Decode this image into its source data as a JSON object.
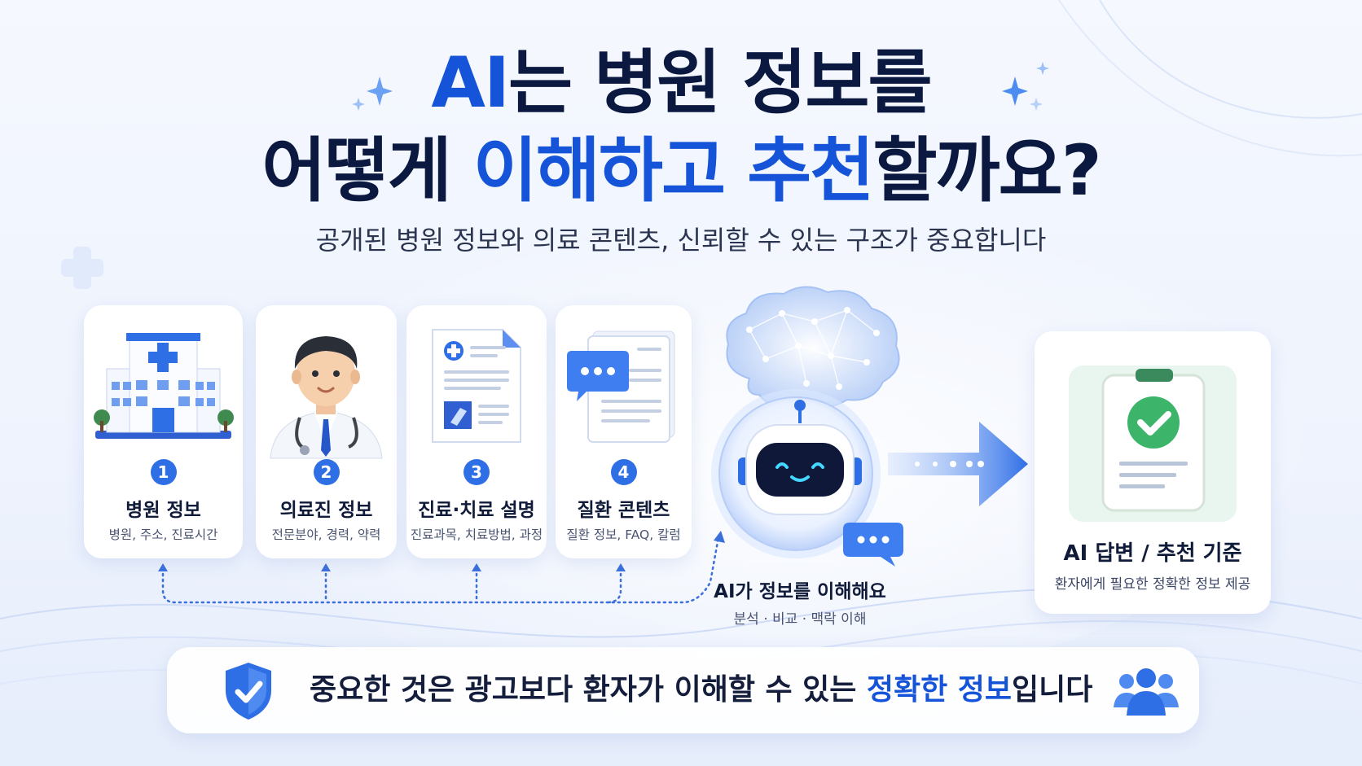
{
  "heading": {
    "line1_hl": "AI",
    "line1_rest": "는 병원 정보를",
    "line2_a": "어떻게 ",
    "line2_hl1": "이해하고",
    "line2_b": " ",
    "line2_hl2": "추천",
    "line2_c": "할까요?"
  },
  "subtitle": "공개된 병원 정보와 의료 콘텐츠, 신뢰할 수 있는 구조가 중요합니다",
  "cards": [
    {
      "num": "1",
      "title": "병원 정보",
      "desc": "병원, 주소, 진료시간",
      "icon": "hospital-icon"
    },
    {
      "num": "2",
      "title": "의료진 정보",
      "desc": "전문분야, 경력, 약력",
      "icon": "doctor-icon"
    },
    {
      "num": "3",
      "title": "진료·치료 설명",
      "desc": "진료과목, 치료방법, 과정",
      "icon": "medical-document-icon"
    },
    {
      "num": "4",
      "title": "질환 콘텐츠",
      "desc": "질환 정보, FAQ, 칼럼",
      "icon": "chat-document-icon"
    }
  ],
  "ai": {
    "label": "AI가 정보를 이해해요",
    "desc": "분석 · 비교 · 맥락 이해",
    "icons": [
      "brain-icon",
      "robot-icon",
      "chat-bubble-icon"
    ]
  },
  "result": {
    "title": "AI 답변 / 추천 기준",
    "desc": "환자에게 필요한 정확한 정보 제공",
    "icon": "checklist-clipboard-icon"
  },
  "banner": {
    "text_a": "중요한 것은 광고보다 환자가 이해할 수 있는 ",
    "text_hl": "정확한 정보",
    "text_b": "입니다",
    "left_icon": "shield-check-icon",
    "right_icon": "users-icon"
  },
  "colors": {
    "accent": "#1554d8",
    "badge": "#2f6fe6",
    "heading": "#0b1840",
    "check": "#3cb56a"
  }
}
